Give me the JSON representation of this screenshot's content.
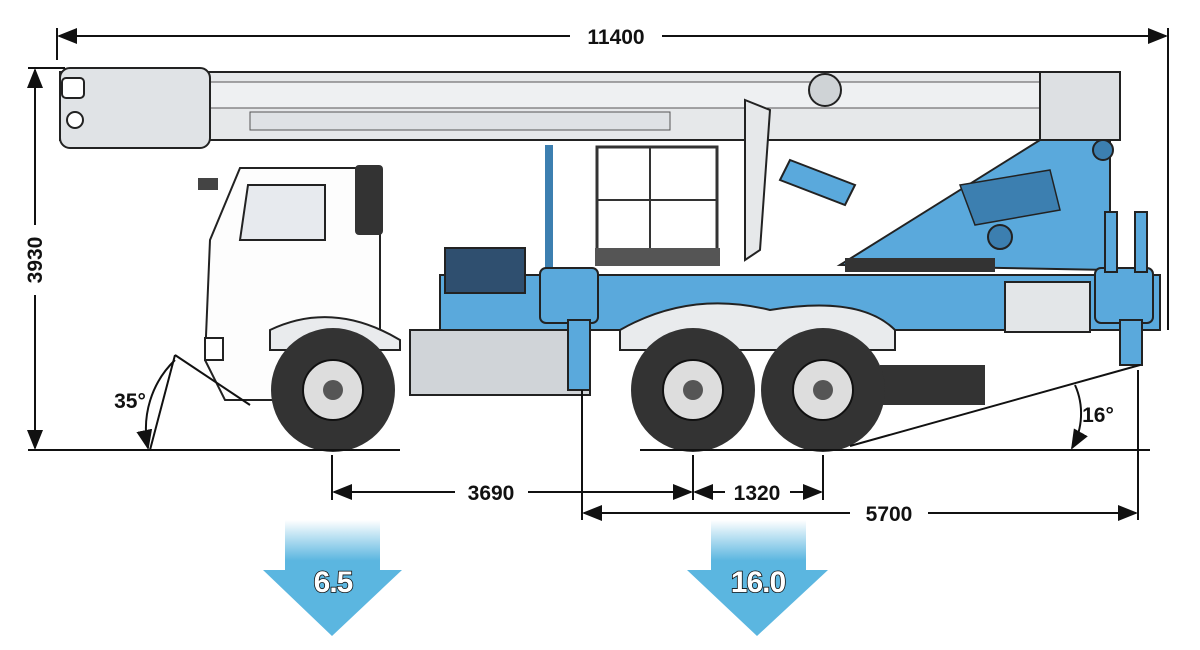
{
  "dimensions": {
    "overall_length": "11400",
    "overall_height": "3930",
    "approach_angle": "35°",
    "departure_angle": "16°",
    "wheelbase_front": "3690",
    "rear_axle_spacing": "1320",
    "outrigger_span": "5700"
  },
  "axle_loads": {
    "front": "6.5",
    "rear": "16.0"
  },
  "colors": {
    "body_blue": "#5aa9dc",
    "boom_grey": "#e6e8ea",
    "arrow_blue": "#5bb6e0",
    "tire": "#333333"
  }
}
